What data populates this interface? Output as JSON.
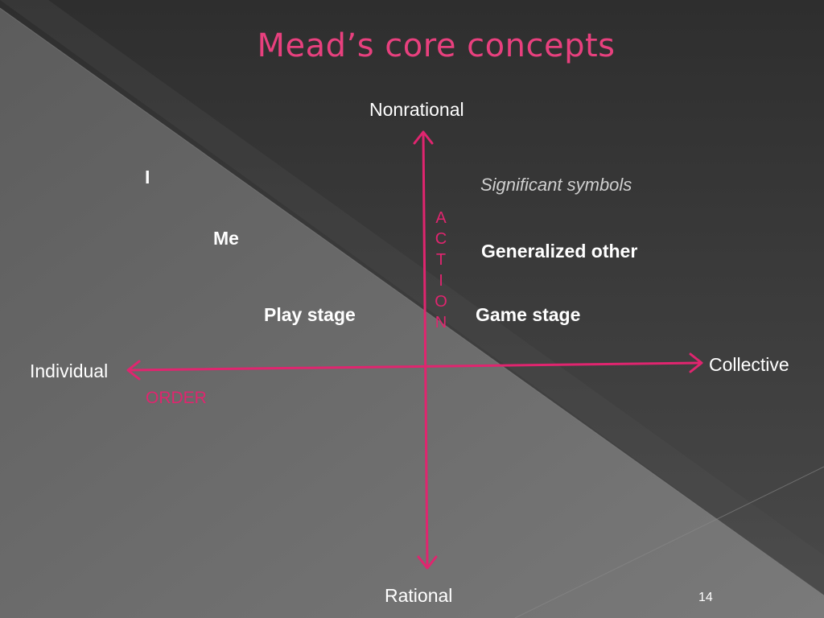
{
  "title": "Mead’s core concepts",
  "axes": {
    "top": "Nonrational",
    "bottom": "Rational",
    "left": "Individual",
    "right": "Collective",
    "horizontal_axis_name": "ORDER",
    "vertical_axis_name_letters": [
      "A",
      "C",
      "T",
      "I",
      "O",
      "N"
    ]
  },
  "concepts": {
    "i": "I",
    "me": "Me",
    "play_stage": "Play stage",
    "significant_symbols": "Significant symbols",
    "generalized_other": "Generalized other",
    "game_stage": "Game stage"
  },
  "slide_number": "14",
  "colors": {
    "accent": "#e8407e",
    "arrow": "#e0256f",
    "text": "#ffffff",
    "background_dark": "#3a3a3a",
    "background_light": "#6e6e6e"
  }
}
